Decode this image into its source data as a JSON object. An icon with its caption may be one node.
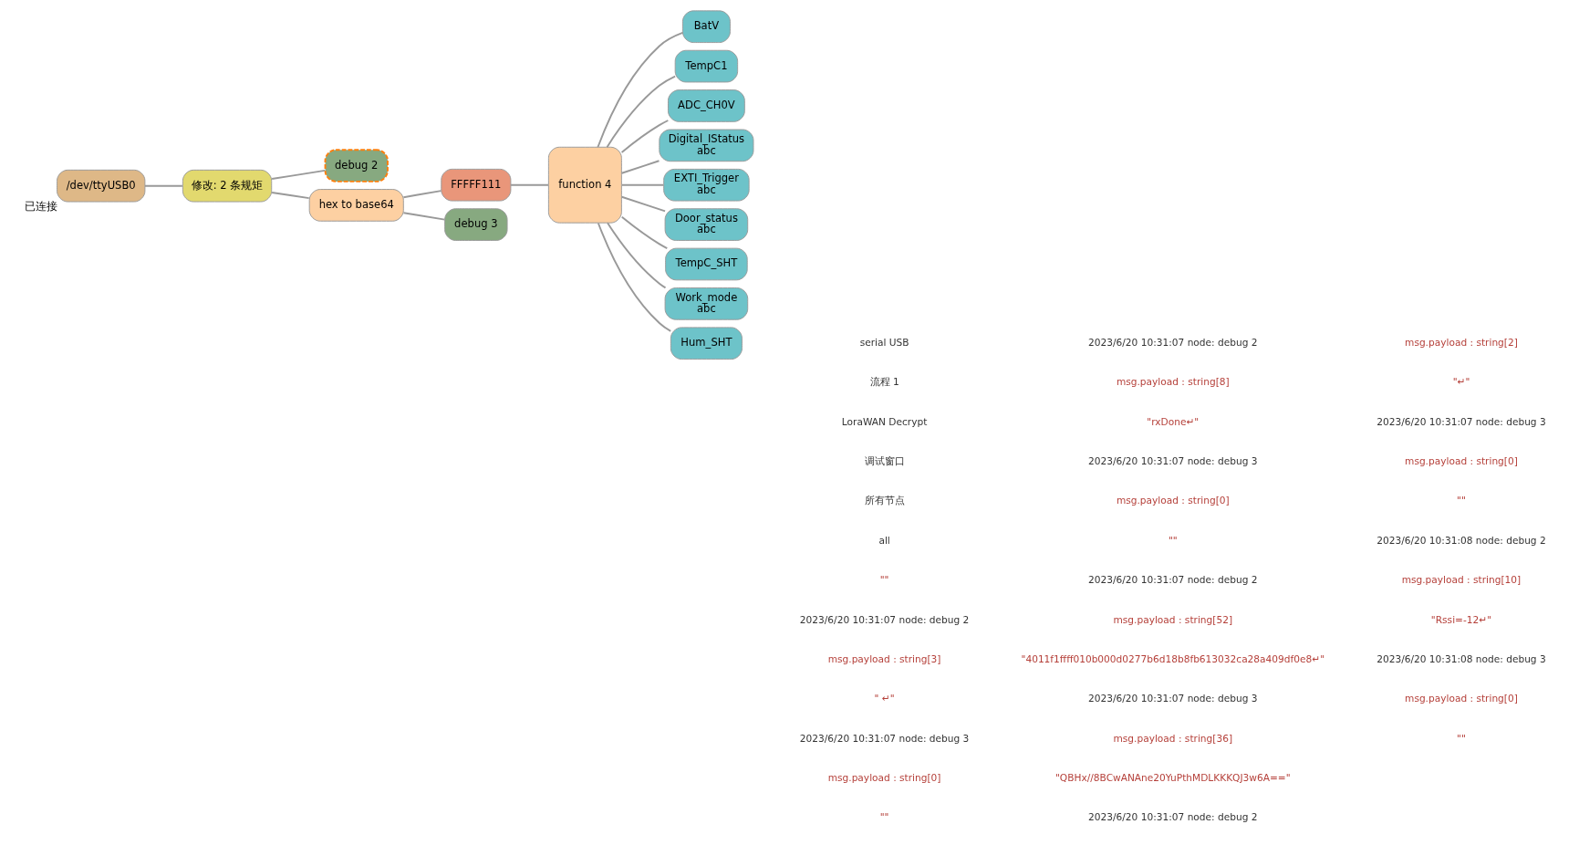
{
  "diagram": {
    "nodes": [
      {
        "text": [
          "/dev/ttyUSB0"
        ],
        "beside": [
          "已连接"
        ]
      },
      {
        "text": [
          "修改: 2 条规矩"
        ]
      },
      {
        "text": [
          "debug 2"
        ]
      },
      {
        "text": [
          "hex to base64"
        ]
      },
      {
        "text": [
          "FFFFF111"
        ]
      },
      {
        "text": [
          "debug 3"
        ]
      },
      {
        "text": [
          "function 4"
        ]
      },
      {
        "text": [
          "BatV"
        ]
      },
      {
        "text": [
          "TempC1"
        ]
      },
      {
        "text": [
          "ADC_CH0V"
        ]
      },
      {
        "text": [
          "Digital_IStatus",
          "abc"
        ]
      },
      {
        "text": [
          "EXTI_Trigger",
          "abc"
        ]
      },
      {
        "text": [
          "Door_status",
          "abc"
        ]
      },
      {
        "text": [
          "TempC_SHT"
        ]
      },
      {
        "text": [
          "Work_mode",
          "abc"
        ]
      },
      {
        "text": [
          "Hum_SHT"
        ]
      }
    ],
    "edges": [
      {
        "from": 0,
        "to": 1,
        "arrow": "none"
      },
      {
        "from": 1,
        "to": 2,
        "arrow": "none"
      },
      {
        "from": 1,
        "to": 3,
        "arrow": "none"
      },
      {
        "from": 3,
        "to": 4,
        "arrow": "none"
      },
      {
        "from": 3,
        "to": 5,
        "arrow": "none"
      },
      {
        "from": 4,
        "to": 6,
        "arrow": "none"
      },
      {
        "from": 6,
        "to": 7,
        "arrow": "none"
      },
      {
        "from": 6,
        "to": 8,
        "arrow": "none"
      },
      {
        "from": 6,
        "to": 9,
        "arrow": "none"
      },
      {
        "from": 6,
        "to": 10,
        "arrow": "none"
      },
      {
        "from": 6,
        "to": 11,
        "arrow": "none"
      },
      {
        "from": 6,
        "to": 12,
        "arrow": "none"
      },
      {
        "from": 6,
        "to": 13,
        "arrow": "none"
      },
      {
        "from": 6,
        "to": 14,
        "arrow": "none"
      },
      {
        "from": 6,
        "to": 15,
        "arrow": "none"
      }
    ],
    "labels": [
      "serial USB",
      "流程 1",
      "LoraWAN Decrypt",
      "调试窗口",
      "所有节点",
      "all",
      "\"\"",
      "2023/6/20 10:31:07 node: debug 2",
      "msg.payload : string[3]",
      "\" ↵\"",
      "2023/6/20 10:31:07 node: debug 3",
      "msg.payload : string[0]",
      "\"\"",
      "2023/6/20 10:31:07 node: debug 2",
      "msg.payload : string[8]",
      "\"rxDone↵\"",
      "2023/6/20 10:31:07 node: debug 3",
      "msg.payload : string[0]",
      "\"\"",
      "2023/6/20 10:31:07 node: debug 2",
      "msg.payload : string[52]",
      "\"4011f1ffff010b000d0277b6d18b8fb613032ca28a409df0e8↵\"",
      "2023/6/20 10:31:07 node: debug 3",
      "msg.payload : string[36]",
      "\"QBHx//8BCwANAne20YuPthMDLKKKQJ3w6A==\"",
      "2023/6/20 10:31:07 node: debug 2",
      "msg.payload : string[2]",
      "\"↵\"",
      "2023/6/20 10:31:07 node: debug 3",
      "msg.payload : string[0]",
      "\"\"",
      "2023/6/20 10:31:08 node: debug 2",
      "msg.payload : string[10]",
      "\"Rssi=-12↵\"",
      "2023/6/20 10:31:08 node: debug 3",
      "msg.payload : string[0]",
      "\"\""
    ]
  }
}
